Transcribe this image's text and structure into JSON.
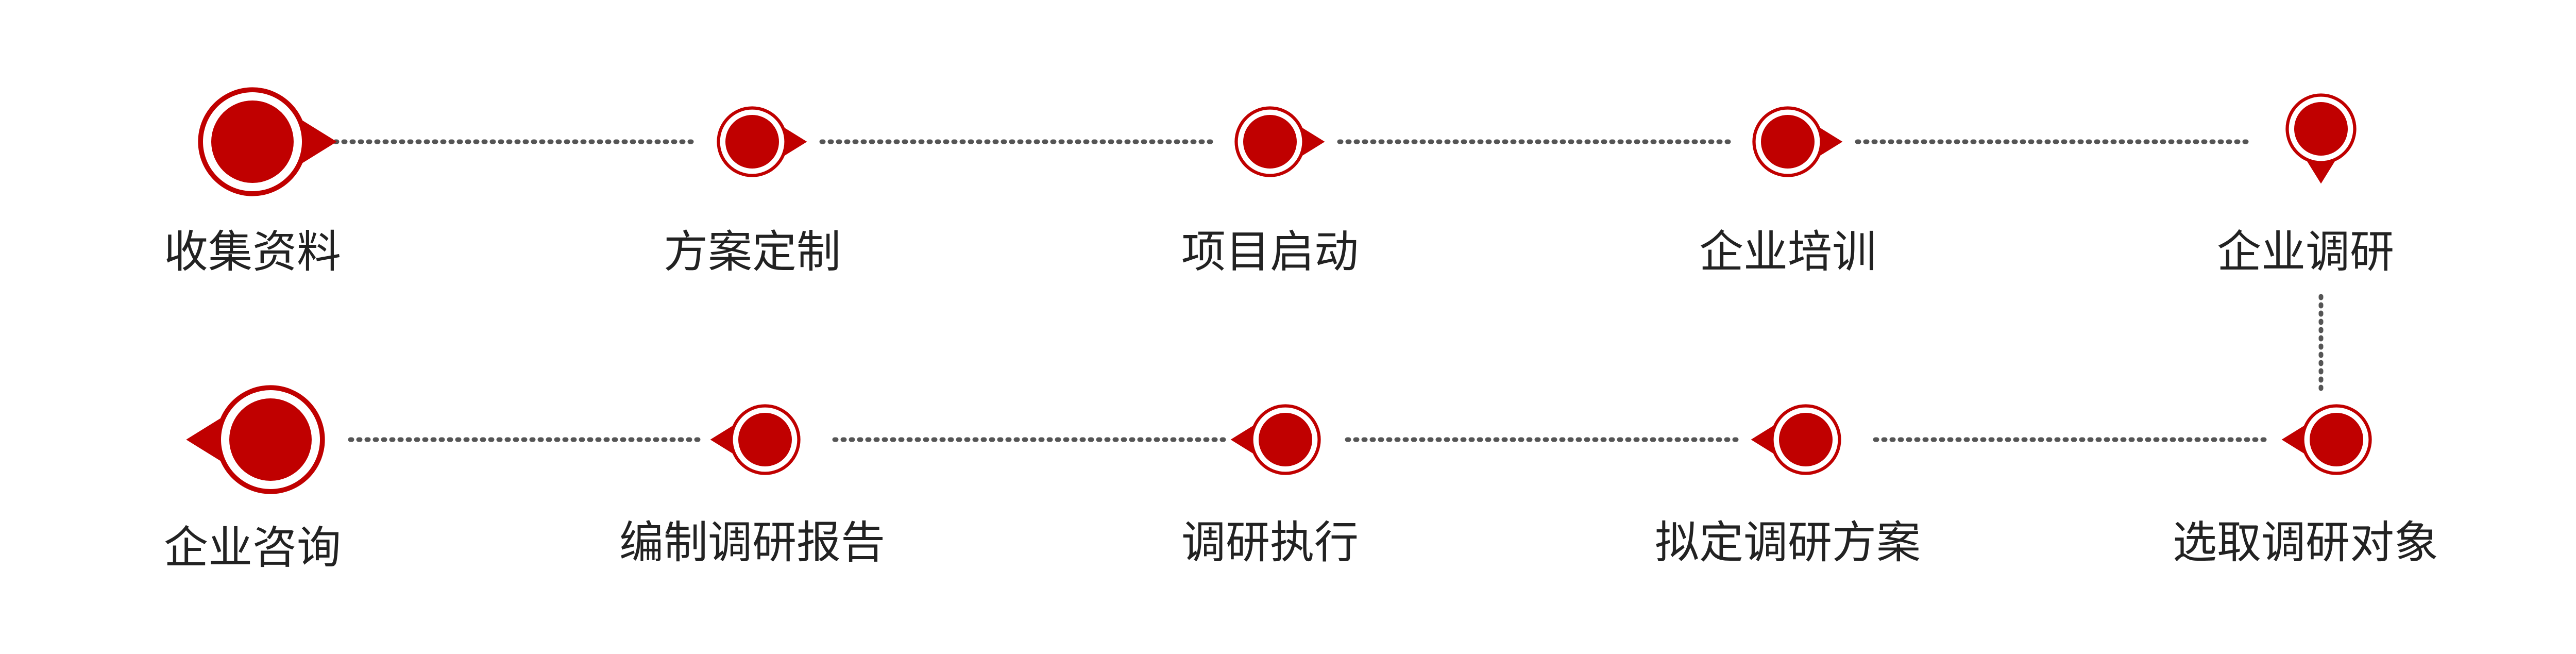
{
  "colors": {
    "accent": "#c00000",
    "connector": "#555555",
    "text": "#222222",
    "background": "#ffffff"
  },
  "steps": [
    {
      "label": "收集资料"
    },
    {
      "label": "方案定制"
    },
    {
      "label": "项目启动"
    },
    {
      "label": "企业培训"
    },
    {
      "label": "企业调研"
    },
    {
      "label": "选取调研对象"
    },
    {
      "label": "拟定调研方案"
    },
    {
      "label": "调研执行"
    },
    {
      "label": "编制调研报告"
    },
    {
      "label": "企业咨询"
    }
  ]
}
